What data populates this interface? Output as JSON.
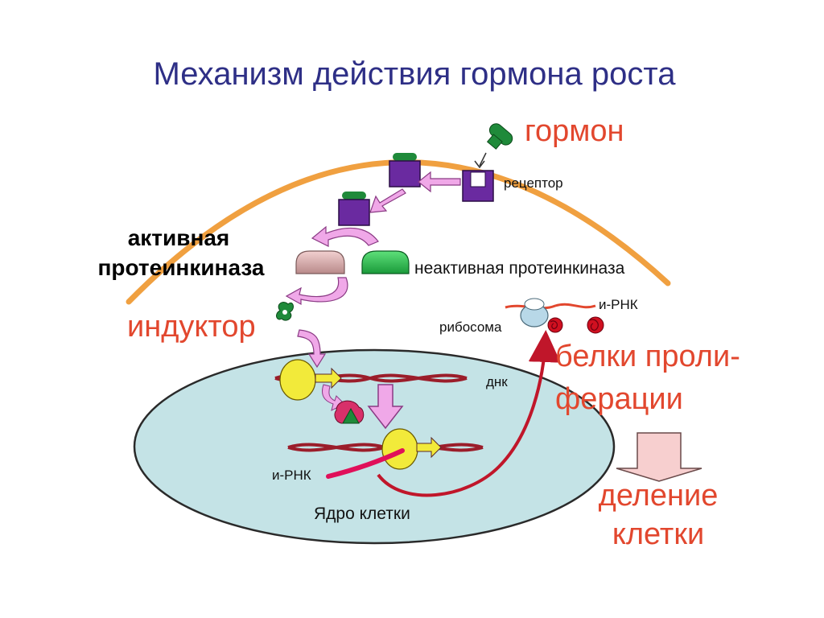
{
  "title": "Механизм действия гормона роста",
  "labels": {
    "hormone": "гормон",
    "receptor": "рецептор",
    "active_kinase_line1": "активная",
    "active_kinase_line2": "протеинкиназа",
    "inactive_kinase": "неактивная протеинкиназа",
    "inductor": "индуктор",
    "mrna_top": "и-РНК",
    "ribosome": "рибосома",
    "proliferation_proteins_line1": "белки проли-",
    "proliferation_proteins_line2": "ферации",
    "dna": "днк",
    "mrna_nucleus": "и-РНК",
    "nucleus": "Ядро клетки",
    "cell_division_line1": "деление",
    "cell_division_line2": "клетки"
  },
  "colors": {
    "title": "#2e2f86",
    "accent_red": "#e2472e",
    "membrane": "#f0a040",
    "nucleus_fill": "#c4e3e6",
    "receptor_purple": "#6a2aa0",
    "hormone_green": "#1f8a3a",
    "active_kinase": "#d8a6a6",
    "inactive_kinase": "#2db84a",
    "arrow_pink": "#f0a8e8",
    "dna": "#9b1d2a",
    "ribosome": "#b8d8e8",
    "mrna_pink": "#e0105a"
  }
}
